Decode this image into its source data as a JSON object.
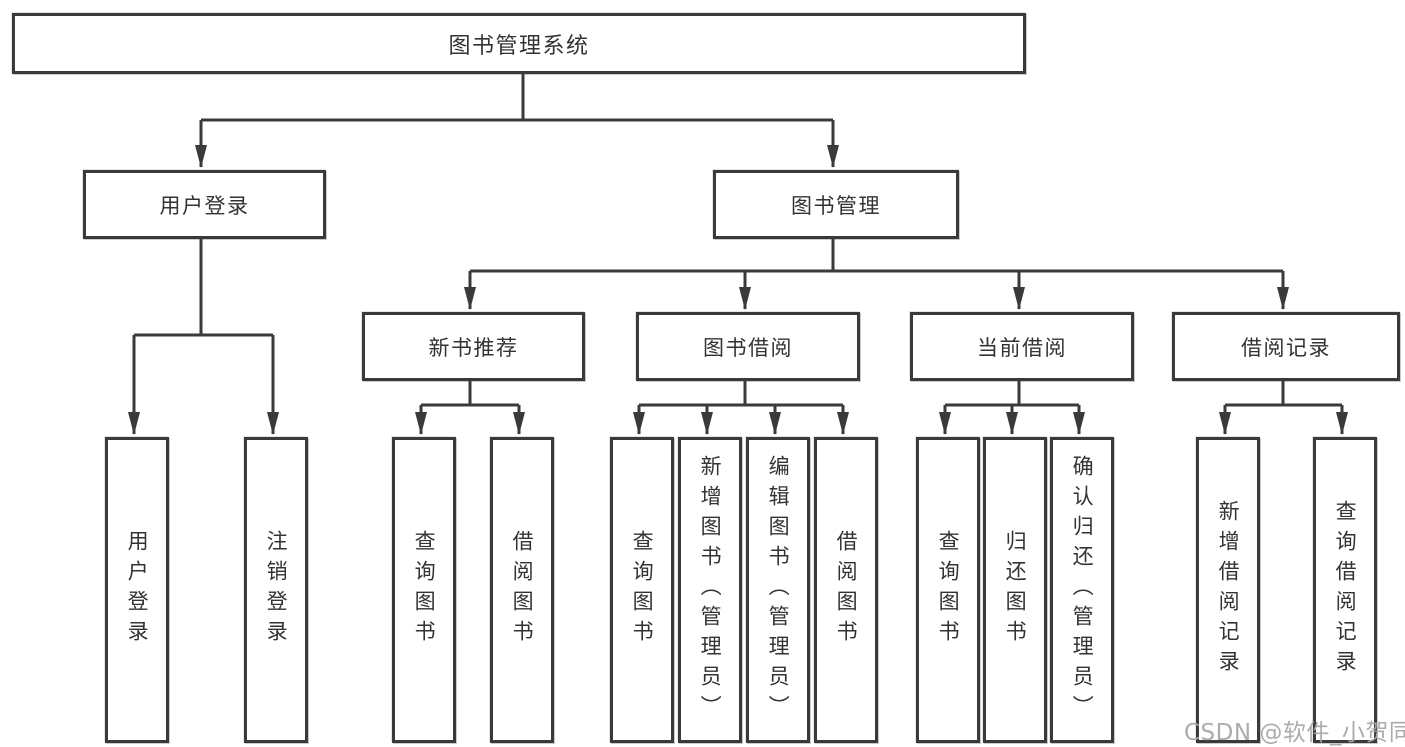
{
  "diagram": {
    "root": {
      "label": "图书管理系统",
      "children": [
        {
          "label": "用户登录",
          "children": [
            {
              "label": "用户登录"
            },
            {
              "label": "注销登录"
            }
          ]
        },
        {
          "label": "图书管理",
          "children": [
            {
              "label": "新书推荐",
              "children": [
                {
                  "label": "查询图书"
                },
                {
                  "label": "借阅图书"
                }
              ]
            },
            {
              "label": "图书借阅",
              "children": [
                {
                  "label": "查询图书"
                },
                {
                  "label": "新增图书（管理员）"
                },
                {
                  "label": "编辑图书（管理员）"
                },
                {
                  "label": "借阅图书"
                }
              ]
            },
            {
              "label": "当前借阅",
              "children": [
                {
                  "label": "查询图书"
                },
                {
                  "label": "归还图书"
                },
                {
                  "label": "确认归还（管理员）"
                }
              ]
            },
            {
              "label": "借阅记录",
              "children": [
                {
                  "label": "新增借阅记录"
                },
                {
                  "label": "查询借阅记录"
                }
              ]
            }
          ]
        }
      ]
    }
  },
  "watermark": "CSDN @软件_小贺同学",
  "colors": {
    "line": "#3a3a3a",
    "text": "#333333",
    "background": "#ffffff",
    "watermark": "#a8a8aa"
  }
}
